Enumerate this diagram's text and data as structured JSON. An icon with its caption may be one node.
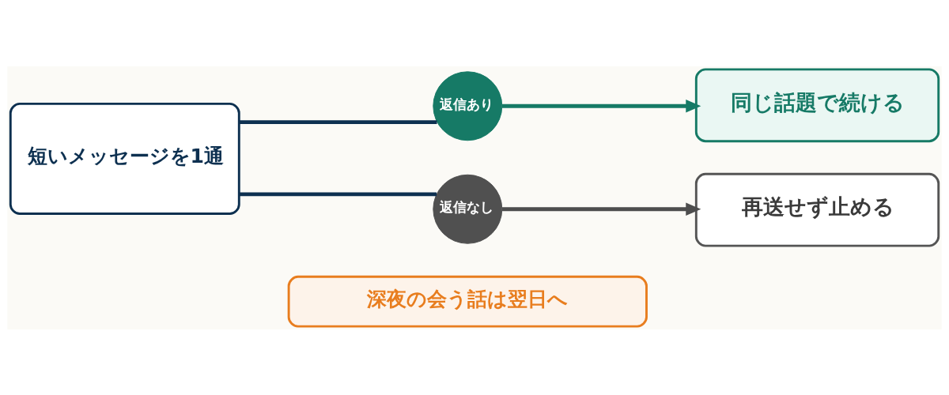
{
  "diagram": {
    "nodes": [
      {
        "text": [
          "短いメッセージを1通"
        ]
      },
      {
        "text": [
          "返信あり"
        ]
      },
      {
        "text": [
          "同じ話題で続ける"
        ]
      },
      {
        "text": [
          "返信なし"
        ]
      },
      {
        "text": [
          "再送せず止める"
        ]
      },
      {
        "text": [
          "深夜の会う話は翌日へ"
        ]
      }
    ],
    "edges": [
      {
        "from": 0,
        "to": 1,
        "arrow": "none"
      },
      {
        "from": 0,
        "to": 3,
        "arrow": "none"
      },
      {
        "from": 1,
        "to": 2,
        "arrow": "to",
        "color": "#167a66"
      },
      {
        "from": 3,
        "to": 4,
        "arrow": "to",
        "color": "#4d4d4d"
      }
    ]
  }
}
